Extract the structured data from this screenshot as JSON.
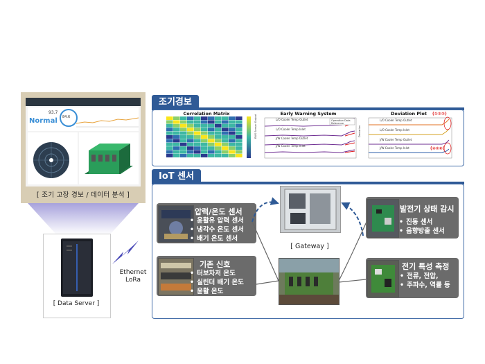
{
  "dashboard": {
    "caption": "[ 조기 고장 경보 / 데이터 분석 ]",
    "status": "Normal",
    "value1": "93.7",
    "value2": "84.6"
  },
  "server": {
    "label": "[ Data Server ]",
    "link_line1": "Ethernet",
    "link_line2": "LoRa"
  },
  "early_warning": {
    "tab": "조기경보",
    "matrix_title": "Correlation Matrix",
    "ews_title": "Early Warning System",
    "dev_title": "Deviation Plot",
    "series_lines": [
      "L/O Cooler Temp Outlet",
      "L/O Cooler Temp Inlet",
      "J/W Cooler Temp Outlet",
      "J/W Cooler Temp Inlet"
    ],
    "legend_items": [
      "Operation Data",
      "Reference"
    ],
    "marker_top": "(①②③)",
    "marker_bottom": "(④⑤⑥)",
    "ews_ylabel": "EWS Sensor Output",
    "dev_ylabel": "Deviation"
  },
  "iot": {
    "tab": "IoT 센서",
    "gateway_label": "[ Gateway ]",
    "cards": [
      {
        "title": "압력/온도 센서",
        "items": [
          "윤활유 압력 센서",
          "냉각수 온도 센서",
          "배기 온도 센서"
        ]
      },
      {
        "title": "기존 신호",
        "items": [
          "터보차저 온도",
          "실린더 배기 온도",
          "윤활 온도"
        ]
      },
      {
        "title": "발전기 상태 감시",
        "items": [
          "진동 센서",
          "음향방출 센서"
        ]
      },
      {
        "title": "전기 특성 측정",
        "items": [
          "전류, 전압,",
          "주파수, 역률 등"
        ]
      }
    ]
  },
  "colors": {
    "panel_blue": "#2f5a96",
    "card_gray": "#6b6b6b",
    "frame_tan": "#d8cdb4",
    "arrow_blue": "#2f5a96"
  }
}
